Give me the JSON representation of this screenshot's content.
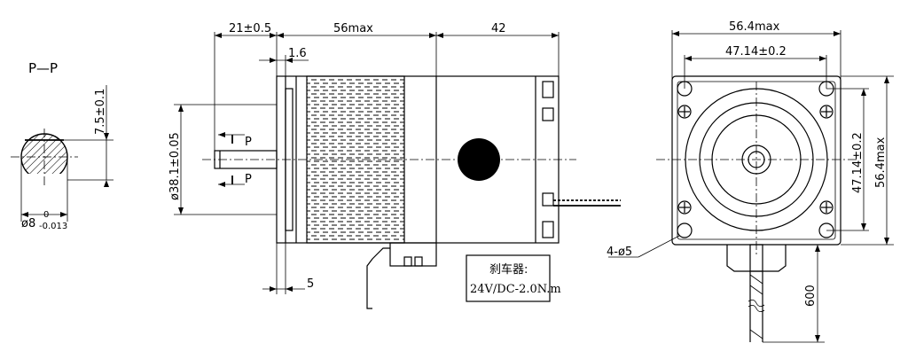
{
  "section_label": "P—P",
  "section": {
    "dim_flat": "7.5±0.1",
    "dim_dia_main": "ø8",
    "dim_dia_tol_upper": "0",
    "dim_dia_tol_lower": "-0.013"
  },
  "side_view": {
    "dim_shaft_length": "21±0.5",
    "dim_body_length": "56max",
    "dim_brake_length": "42",
    "dim_flange_thickness": "1.6",
    "dim_pilot_dia": "ø38.1±0.05",
    "dim_pilot_depth": "5",
    "section_marker": "P",
    "brake_note_title": "刹车器:",
    "brake_note_spec": "24V/DC-2.0N.m"
  },
  "front_view": {
    "dim_width": "56.4max",
    "dim_hole_spacing_h": "47.14±0.2",
    "dim_hole_spacing_v": "47.14±0.2",
    "dim_height": "56.4max",
    "dim_holes": "4-ø5",
    "dim_lead_length": "600"
  }
}
